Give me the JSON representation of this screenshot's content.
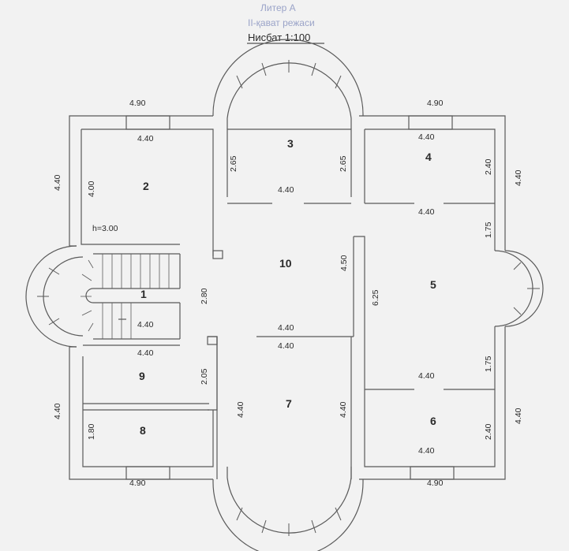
{
  "header": {
    "liter": "Литер А",
    "floor": "II-қават режаси",
    "scale": "Нисбат 1:100"
  },
  "rooms": [
    "1",
    "2",
    "3",
    "4",
    "5",
    "6",
    "7",
    "8",
    "9",
    "10"
  ],
  "dimensions": {
    "top_left": "4.90",
    "top_right": "4.90",
    "bottom_left": "4.90",
    "bottom_right": "4.90",
    "left_upper": "4.40",
    "left_lower": "4.40",
    "right_upper": "4.40",
    "right_lower": "4.40",
    "r2_width": "4.40",
    "r2_height": "4.00",
    "r2_ceiling": "h=3.00",
    "r3_left": "2.65",
    "r3_right": "2.65",
    "r3_width": "4.40",
    "r4_width": "4.40",
    "r4_height": "2.40",
    "corr_width": "4.40",
    "r5_upper": "1.75",
    "r5_lower": "1.75",
    "r5_height": "6.25",
    "r10_height": "4.50",
    "stair_left": "2.80",
    "stair_width": "4.40",
    "hall_upper": "4.40",
    "hall_lower": "4.40",
    "r9_width": "4.40",
    "r9_height": "2.05",
    "r7_left": "4.40",
    "r7_right": "4.40",
    "r6_width_top": "4.40",
    "r6_width_bottom": "4.40",
    "r6_height": "2.40",
    "r8_height": "1.80"
  },
  "colors": {
    "line": "#5a5a5a",
    "text": "#2a2a2a",
    "background": "#f2f2f2",
    "faded_header": "#9aa3c8"
  }
}
